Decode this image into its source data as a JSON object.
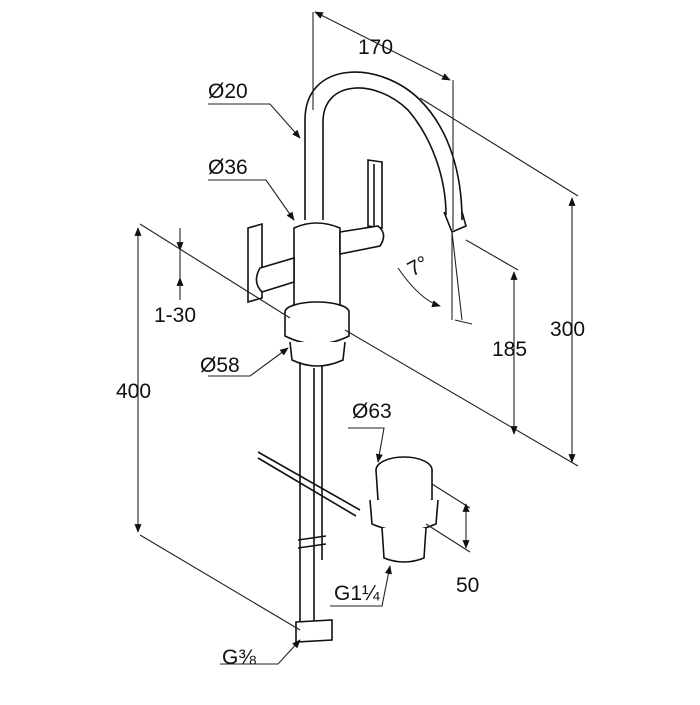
{
  "diagram": {
    "type": "technical-drawing",
    "subject": "single-lever basin mixer with pop-up waste",
    "stroke_color": "#111111",
    "background": "#ffffff"
  },
  "labels": {
    "spout_reach": "170",
    "spout_diameter": "Ø20",
    "body_diameter": "Ø36",
    "deck_thickness": "1-30",
    "base_diameter": "Ø58",
    "overall_height_left": "400",
    "waste_diameter": "Ø63",
    "outlet_height": "185",
    "overall_height_right": "300",
    "spout_angle": "7°",
    "waste_height": "50",
    "waste_thread": "G1¼",
    "supply_thread": "G⅜"
  }
}
